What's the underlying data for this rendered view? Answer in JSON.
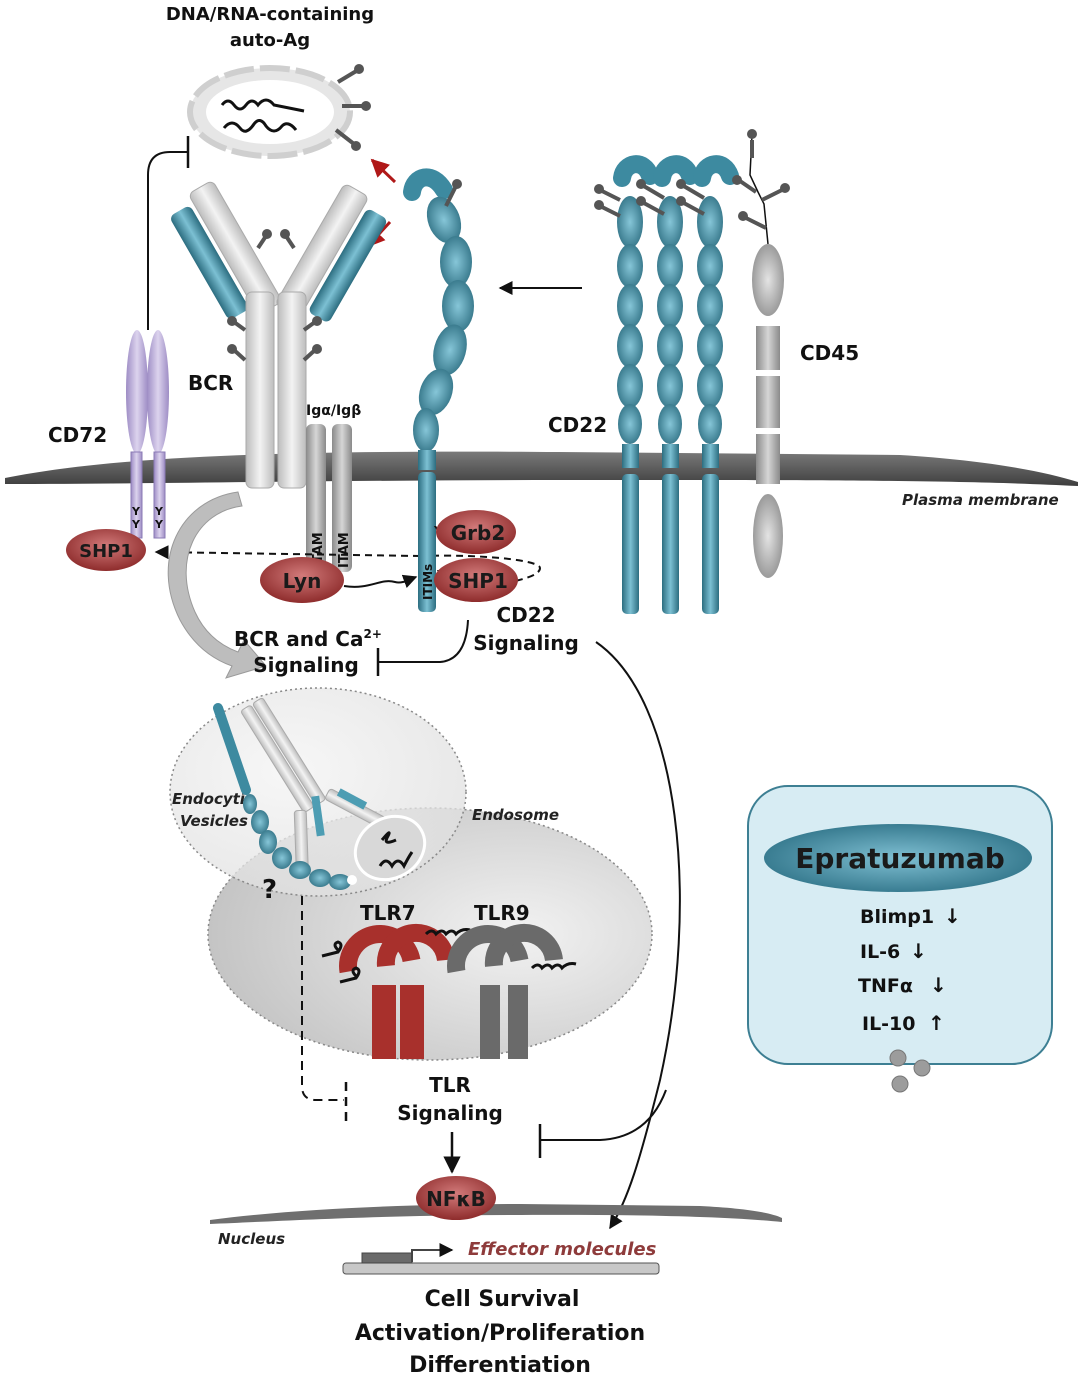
{
  "title": "CD22 / Epratuzumab B-cell signaling mechanism",
  "labels": {
    "autoantigen": [
      "DNA/RNA-containing",
      "auto-Ag"
    ],
    "bcr": "BCR",
    "cd72": "CD72",
    "ig_alpha_beta": "Igα/Igβ",
    "cd22": "CD22",
    "cd45": "CD45",
    "plasma_membrane": "Plasma membrane",
    "itam": "ITAM",
    "itims": "ITIMs",
    "tyrosine": "Y",
    "endocytic_vesicles": [
      "Endocytic",
      "Vesicles"
    ],
    "endosome": "Endosome",
    "unknown_mark": "?",
    "tlr7": "TLR7",
    "tlr9": "TLR9",
    "nucleus": "Nucleus",
    "effector_molecules": "Effector molecules"
  },
  "proteins": {
    "shp1_cd72": "SHP1",
    "lyn": "Lyn",
    "grb2": "Grb2",
    "shp1_cd22": "SHP1",
    "nfkb": "NFκB"
  },
  "signaling": {
    "bcr_ca": [
      "BCR and Ca",
      "2+",
      "Signaling"
    ],
    "cd22": [
      "CD22",
      "Signaling"
    ],
    "tlr": [
      "TLR",
      "Signaling"
    ]
  },
  "outcomes": [
    "Cell Survival",
    "Activation/Proliferation",
    "Differentiation"
  ],
  "epratuzumab_box": {
    "title": "Epratuzumab",
    "effects": [
      {
        "name": "Blimp1",
        "direction": "down",
        "arrow": "↓"
      },
      {
        "name": "IL-6",
        "direction": "down",
        "arrow": "↓"
      },
      {
        "name": "TNFα",
        "direction": "down",
        "arrow": "↓"
      },
      {
        "name": "IL-10",
        "direction": "up",
        "arrow": "↑"
      }
    ]
  },
  "colors": {
    "cd22_teal": "#3d8aa0",
    "protein_red": "#a83a3a",
    "tlr7_red": "#a8302c",
    "tlr9_gray": "#6a6a6a",
    "cd72_lavender": "#b9a9d6",
    "membrane_gray": "#5a5a5a",
    "box_bg": "#d7ecf3",
    "effector_text": "#8e3b3b",
    "red_arrow": "#b01818"
  }
}
